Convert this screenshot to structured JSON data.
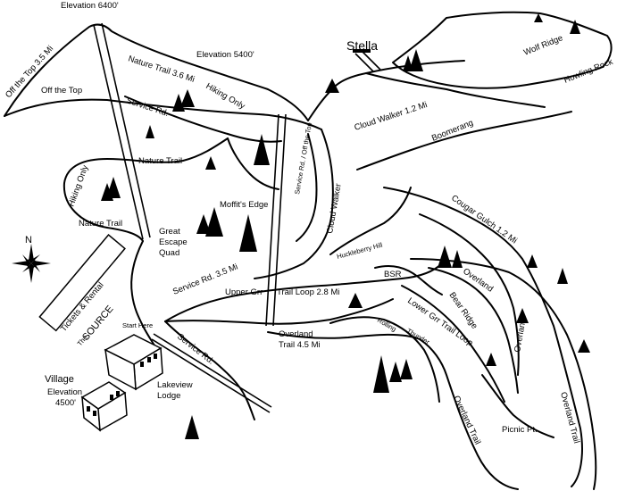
{
  "map": {
    "elevation_top": "Elevation 6400'",
    "elevation_mid": "Elevation 5400'",
    "stella": "Stella",
    "village": {
      "name": "Village",
      "elevation_line1": "Elevation",
      "elevation_line2": "4500'"
    },
    "compass": "N",
    "lodge": "Lakeview Lodge",
    "lodge_line1": "Lakeview",
    "lodge_line2": "Lodge",
    "start_here": "Start Here",
    "tickets": "Tickets & Rental",
    "the_source_prefix": "The",
    "the_source": "SOURCE",
    "quad_line1": "Great",
    "quad_line2": "Escape",
    "quad_line3": "Quad",
    "moffits_edge": "Moffit's Edge",
    "picnic": "Picnic Pt.",
    "trails": {
      "off_the_top_35": "Off the Top 3.5 Mi",
      "off_the_top": "Off the Top",
      "nature_trail_36": "Nature Trail 3.6 Mi",
      "hiking_only_1": "Hiking Only",
      "hiking_only_2": "Hiking Only",
      "service_rd_top": "Service Rd.",
      "nature_trail_mid": "Nature Trail",
      "nature_trail_low": "Nature Trail",
      "wolf_ridge": "Wolf Ridge",
      "howling_rock": "Howling Rock",
      "cloud_walker_12": "Cloud Walker 1.2 Mi",
      "boomerang": "Boomerang",
      "service_rd_off_top": "Service Rd. / Off the Top",
      "cloud_walker": "Cloud Walker",
      "cougar_gulch": "Cougar Gulch 1.2 Mi",
      "huckleberry_hill": "Huckleberry Hill",
      "service_rd_35": "Service Rd. 3.5 Mi",
      "upper_grr": "Upper Grr",
      "trail_loop_28": "Trail Loop 2.8 Mi",
      "bsr": "BSR",
      "overland_1": "Overland",
      "bear_ridge": "Bear Ridge",
      "lower_grr": "Lower Grr Trail Loop",
      "overland_2": "Overland",
      "overland_trail_45_line1": "Overland",
      "overland_trail_45_line2": "Trail 4.5 Mi",
      "rolling": "Rolling",
      "thunder": "Thunder",
      "service_rd_low": "Service Rd.",
      "overland_trail_a": "Overland Trail",
      "overland_trail_b": "Overland Trail"
    }
  }
}
